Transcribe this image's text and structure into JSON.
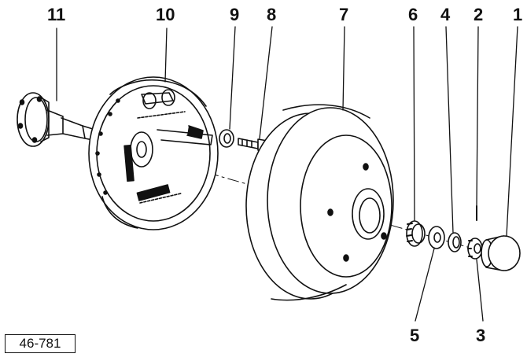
{
  "part_numbers": {
    "p1": "1",
    "p2": "2",
    "p3": "3",
    "p4": "4",
    "p5": "5",
    "p6": "6",
    "p7": "7",
    "p8": "8",
    "p9": "9",
    "p10": "10",
    "p11": "11"
  },
  "reference_code": "46-781",
  "colors": {
    "ink": "#111111",
    "paper": "#ffffff"
  }
}
